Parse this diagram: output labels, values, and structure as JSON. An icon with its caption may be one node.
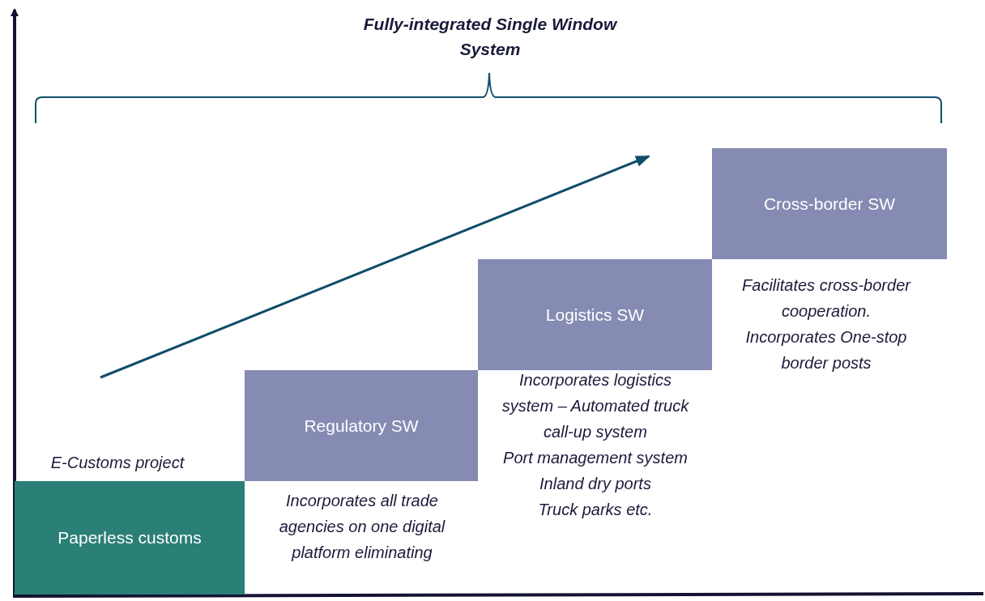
{
  "diagram": {
    "title": "Fully-integrated Single Window System",
    "nodes": [
      {
        "text": [
          "Paperless customs"
        ],
        "beside": [
          "E-Customs project"
        ]
      },
      {
        "text": [
          "Regulatory SW"
        ],
        "beside": [
          "Incorporates all trade agencies on one digital platform eliminating"
        ]
      },
      {
        "text": [
          "Logistics SW"
        ],
        "beside": [
          "Incorporates logistics system – Automated truck call-up system",
          "Port management system",
          "Inland dry ports",
          "Truck parks etc."
        ]
      },
      {
        "text": [
          "Cross-border SW"
        ],
        "beside": [
          "Facilitates cross-border cooperation.",
          "Incorporates One-stop border posts"
        ]
      }
    ]
  }
}
